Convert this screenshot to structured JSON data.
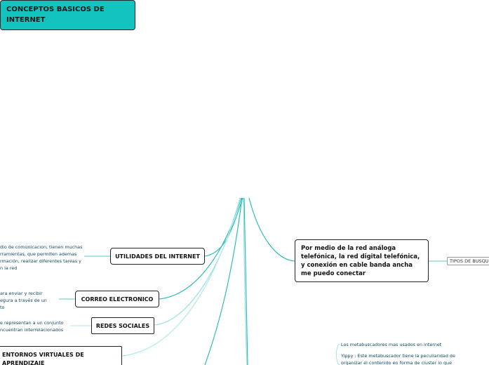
{
  "colors": {
    "root_fill": "#13c3bd",
    "branch_line": "#1fb8b4",
    "note_text": "#0f4a63"
  },
  "root": {
    "title": "CONCEPTOS BASICOS DE INTERNET"
  },
  "branches": {
    "conexion": "Por medio de la red análoga telefónica, la red digital telefónica, y conexión en cable banda ancha me puedo conectar",
    "tipos_busqueda": "TIPOS DE BUSQU",
    "utilidades": "UTILIDADES DEL INTERNET",
    "correo": "CORREO ELECTRONICO",
    "redes": "REDES SOCIALES",
    "entornos": "ENTORNOS VIRTUALES DE APRENDIZAJE"
  },
  "notes": {
    "utilidades": [
      "dio de comunicacion, tienen muchas",
      "rramientas, que permiten ademas",
      "rmación, realizar diferentes tareas y",
      "n la red"
    ],
    "correo": [
      "ara enviar y recibir",
      "egura a través de un",
      "to"
    ],
    "redes": [
      "e representan a un conjunto",
      "ncuentran interrelacionados"
    ],
    "metabuscadores_title": "Los metabuscadores mas usados en internet",
    "yippy": [
      "Yippy : Este metabuscador tiene la peculiaridad de",
      "organizar el contenido en forma de cluster lo que"
    ]
  }
}
